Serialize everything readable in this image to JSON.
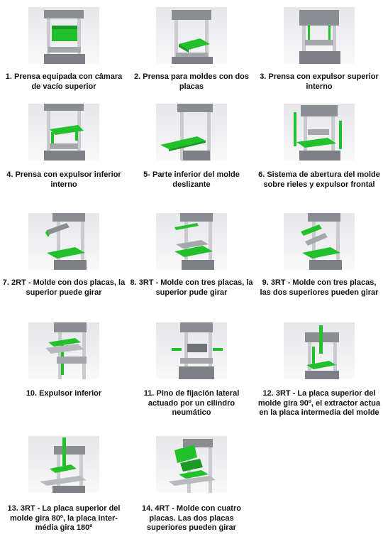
{
  "accent_green": "#22c02b",
  "items": [
    {
      "num": "1.",
      "label": " Prensa equipada con câmara de vacío superior"
    },
    {
      "num": "2.",
      "label": " Prensa para moldes con dos placas"
    },
    {
      "num": "3.",
      "label": " Prensa con expulsor superior interno"
    },
    {
      "num": "4.",
      "label": " Prensa con expulsor inferior interno"
    },
    {
      "num": "5-",
      "label": " Parte inferior del molde deslizante"
    },
    {
      "num": "6.",
      "label": " Sistema de abertura del molde sobre rieles y expulsor frontal"
    },
    {
      "num": "7.",
      "label": " 2RT - Molde con dos placas, la superior puede girar"
    },
    {
      "num": "8.",
      "label": " 3RT - Molde con tres placas, la superior pude girar"
    },
    {
      "num": "9.",
      "label": " 3RT - Molde con tres placas, las dos superiores pueden girar"
    },
    {
      "num": "10.",
      "label": " Expulsor inferior"
    },
    {
      "num": "11.",
      "label": " Pino de fijación lateral actuado por un cilindro neumático"
    },
    {
      "num": "12.",
      "label": " 3RT - La placa superior del molde gira 90º, el extractor actua en la placa intermedia del molde"
    },
    {
      "num": "13.",
      "label": " 3RT - La placa superior del molde gira 80º, la placa inter-média gira 180º"
    },
    {
      "num": "14.",
      "label": " 4RT - Molde con cuatro placas. Las dos placas superiores pueden girar"
    }
  ]
}
